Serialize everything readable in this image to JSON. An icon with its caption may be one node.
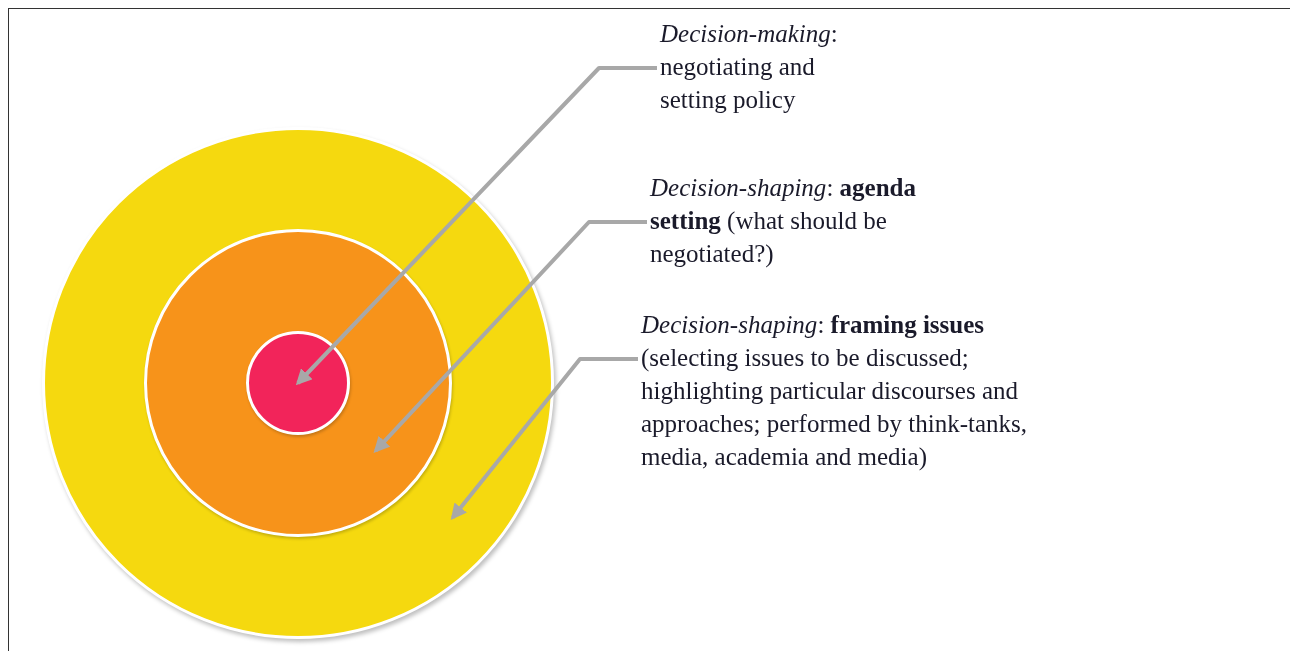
{
  "diagram": {
    "nodes": [
      {
        "text": [],
        "shape": "circle"
      },
      {
        "text": [],
        "shape": "circle",
        "in": 0
      },
      {
        "text": [],
        "shape": "circle",
        "in": 1
      },
      {
        "text": [
          "*Decision-making*: negotiating and setting policy"
        ]
      },
      {
        "text": [
          "*Decision-shaping*: **agenda setting** (what should be negotiated?)"
        ]
      },
      {
        "text": [
          "*Decision-shaping*: **framing issues** (selecting issues to be discussed; highlighting particular discourses and approaches; performed by think-tanks, media, academia and media)"
        ]
      }
    ],
    "edges": [
      {
        "from": 3,
        "to": 2,
        "arrow": "to"
      },
      {
        "from": 4,
        "to": 1,
        "arrow": "to"
      },
      {
        "from": 5,
        "to": 0,
        "arrow": "to"
      }
    ]
  }
}
